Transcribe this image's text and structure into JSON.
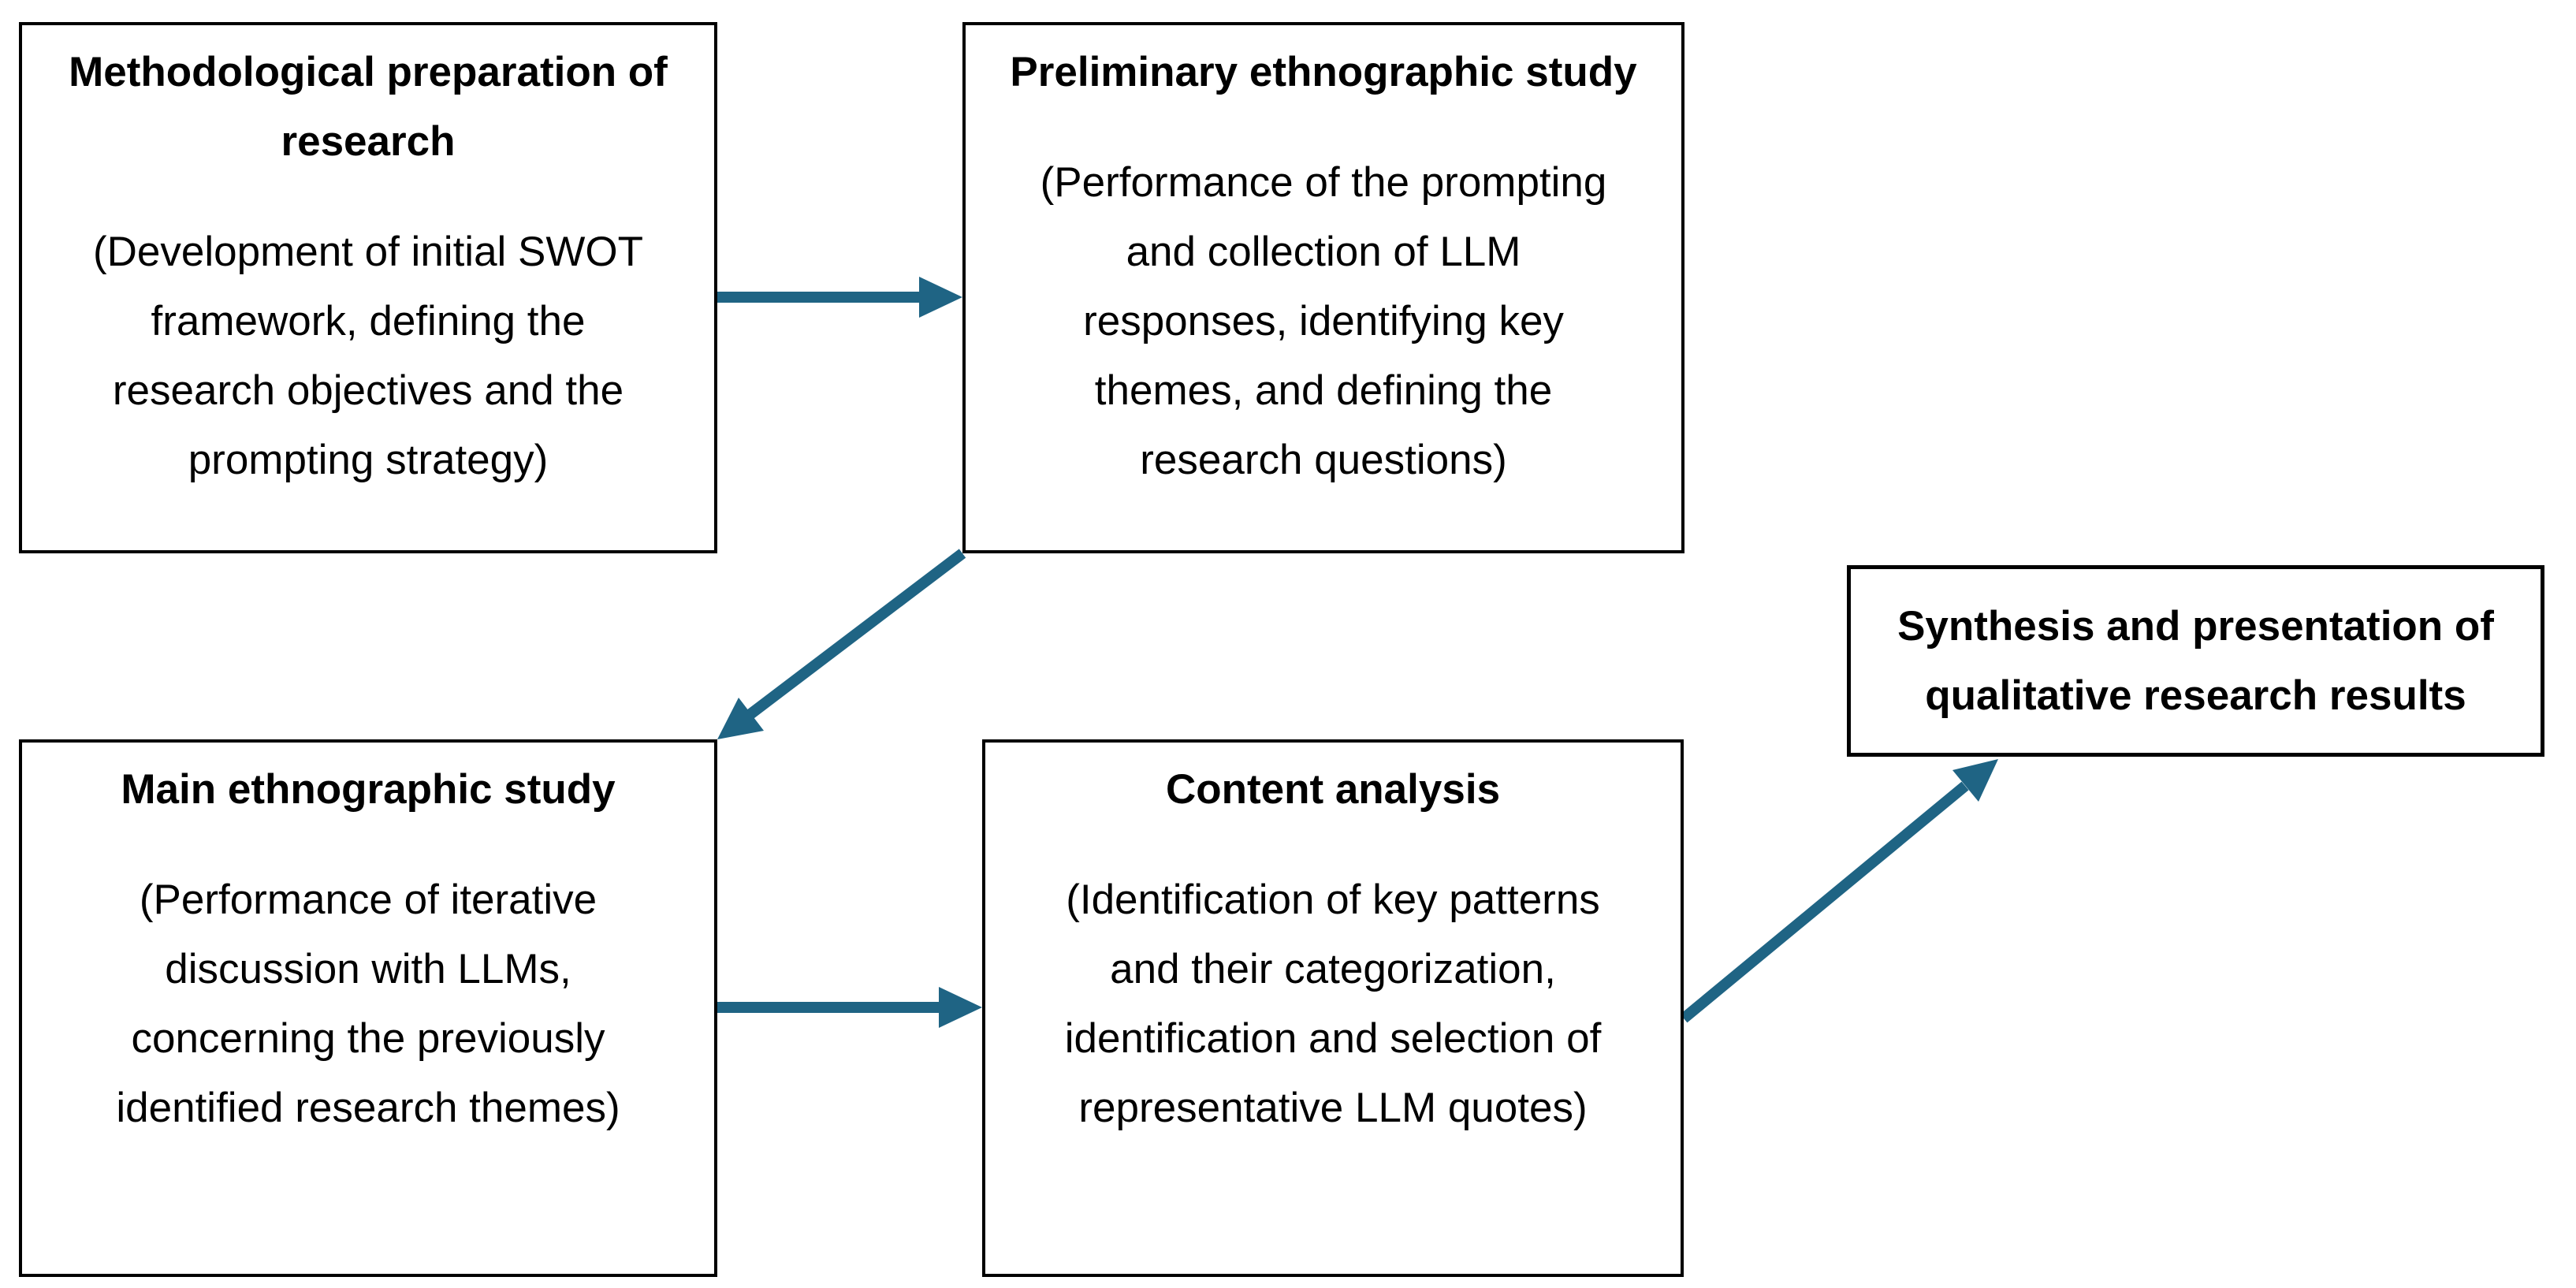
{
  "diagram": {
    "title": "Research process flow diagram",
    "colors": {
      "arrow": "#1F6484",
      "box_border": "#000000",
      "text": "#000000",
      "background": "#FFFFFF"
    },
    "nodes": [
      {
        "id": "methodological-preparation",
        "title_lines": [
          "Methodological preparation of",
          "research"
        ],
        "body_lines": [
          "(Development of initial SWOT",
          "framework, defining the",
          "research objectives and the",
          "prompting strategy)"
        ]
      },
      {
        "id": "preliminary-ethnographic-study",
        "title_lines": [
          "Preliminary ethnographic study"
        ],
        "body_lines": [
          "(Performance of the prompting",
          "and collection of LLM",
          "responses, identifying key",
          "themes, and defining the",
          "research questions)"
        ]
      },
      {
        "id": "main-ethnographic-study",
        "title_lines": [
          "Main ethnographic study"
        ],
        "body_lines": [
          "(Performance of iterative",
          "discussion with LLMs,",
          "concerning the previously",
          "identified research themes)"
        ]
      },
      {
        "id": "content-analysis",
        "title_lines": [
          "Content analysis"
        ],
        "body_lines": [
          "(Identification of key patterns",
          "and their categorization,",
          "identification and selection of",
          "representative LLM quotes)"
        ]
      },
      {
        "id": "synthesis-and-presentation",
        "title_lines": [
          "Synthesis and presentation of",
          "qualitative research results"
        ],
        "body_lines": []
      }
    ],
    "edges": [
      {
        "from": "methodological-preparation",
        "to": "preliminary-ethnographic-study",
        "style": "horizontal-arrow"
      },
      {
        "from": "preliminary-ethnographic-study",
        "to": "main-ethnographic-study",
        "style": "diagonal-arrow-down-left"
      },
      {
        "from": "main-ethnographic-study",
        "to": "content-analysis",
        "style": "horizontal-arrow"
      },
      {
        "from": "content-analysis",
        "to": "synthesis-and-presentation",
        "style": "diagonal-arrow-up-right"
      }
    ]
  }
}
